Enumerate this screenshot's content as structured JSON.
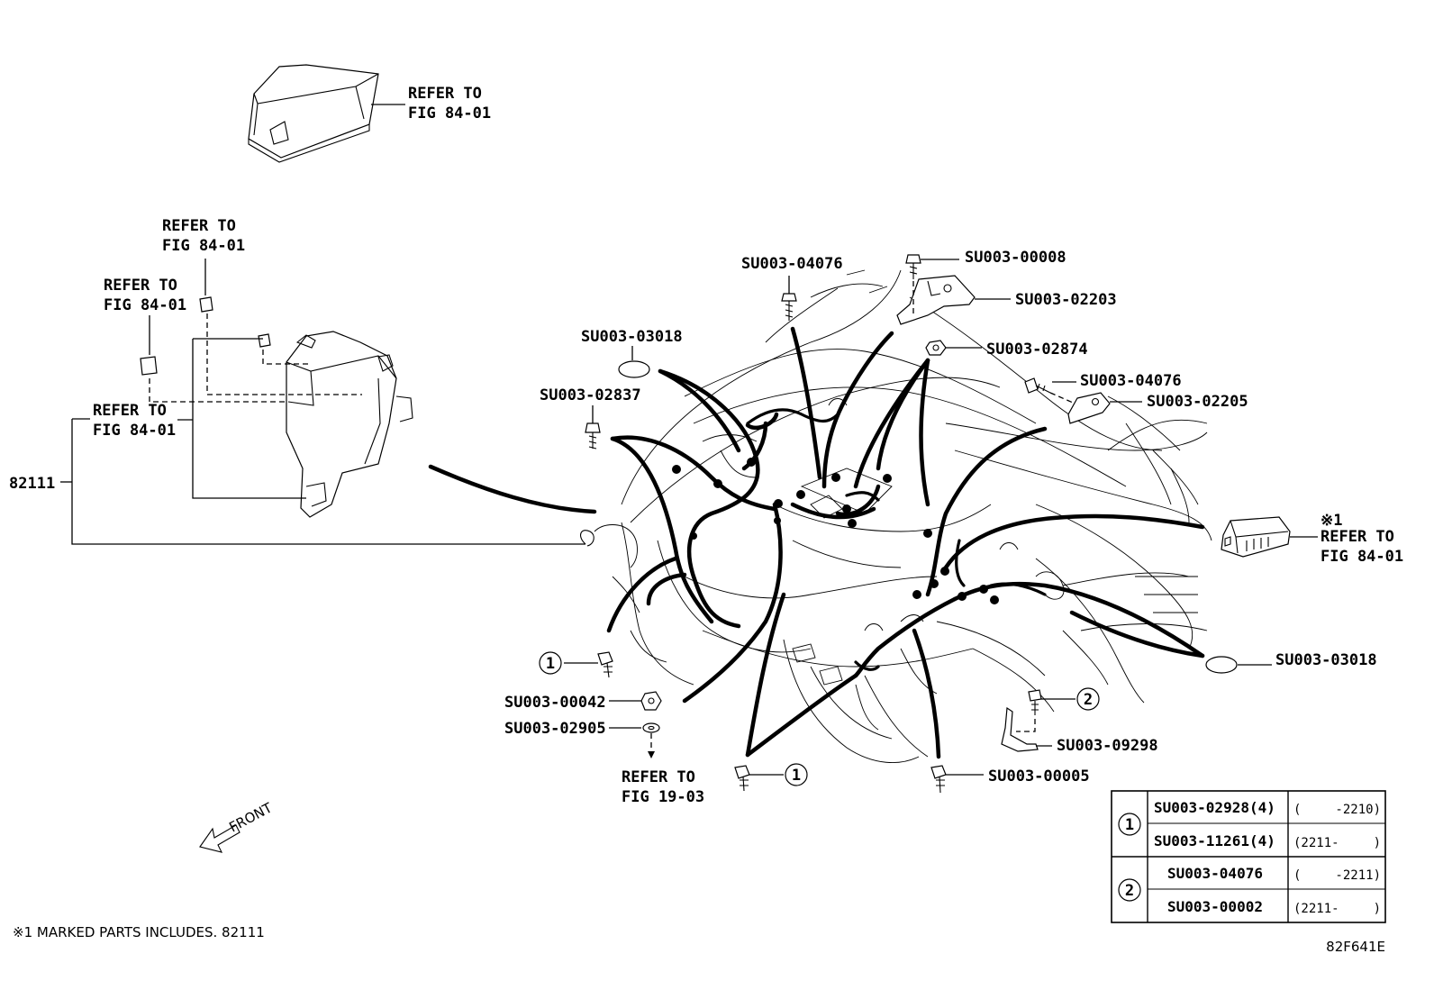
{
  "labels": {
    "refer_84_top_a": "REFER TO",
    "refer_84_top_b": "FIG 84-01",
    "refer_84_relay_a": "REFER TO",
    "refer_84_relay_b": "FIG 84-01",
    "refer_84_fuse_a": "REFER TO",
    "refer_84_fuse_b": "FIG 84-01",
    "refer_84_box_a": "REFER TO",
    "refer_84_box_b": "FIG 84-01",
    "part_82111": "82111",
    "su_04076_top": "SU003-04076",
    "su_00008": "SU003-00008",
    "su_02203": "SU003-02203",
    "su_03018_left": "SU003-03018",
    "su_02874": "SU003-02874",
    "su_02837": "SU003-02837",
    "su_04076_right": "SU003-04076",
    "su_02205": "SU003-02205",
    "note_mark_1": "※1",
    "refer_84_ecu_a": "REFER TO",
    "refer_84_ecu_b": "FIG 84-01",
    "su_03018_right": "SU003-03018",
    "circle_1_left": "1",
    "su_00042": "SU003-00042",
    "su_02905": "SU003-02905",
    "refer_19_a": "REFER TO",
    "refer_19_b": "FIG 19-03",
    "circle_2_right": "2",
    "su_09298": "SU003-09298",
    "circle_1_bottom": "1",
    "su_00005": "SU003-00005",
    "front": "FRONT",
    "footnote": "※1 MARKED PARTS INCLUDES. 82111",
    "diagram_id": "82F641E"
  },
  "table": {
    "groups": [
      {
        "num": "1",
        "rows": [
          {
            "part": "SU003-02928(4)",
            "range_open": "(",
            "range_val": "-2210)"
          },
          {
            "part": "SU003-11261(4)",
            "range_open": "(2211-",
            "range_val": ")"
          }
        ]
      },
      {
        "num": "2",
        "rows": [
          {
            "part": "SU003-04076",
            "range_open": "(",
            "range_val": "-2211)"
          },
          {
            "part": "SU003-00002",
            "range_open": "(2211-",
            "range_val": ")"
          }
        ]
      }
    ]
  }
}
